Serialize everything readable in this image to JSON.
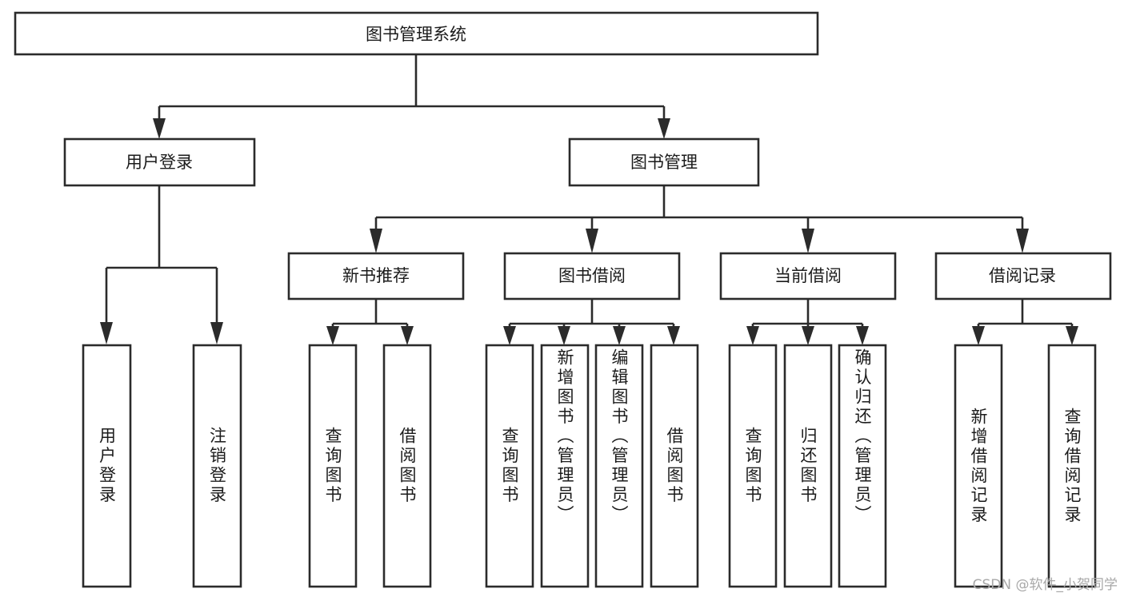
{
  "diagram": {
    "title": "图书管理系统",
    "type": "hierarchy-tree",
    "root": {
      "id": "root",
      "label": "图书管理系统",
      "orientation": "horizontal"
    },
    "level1": [
      {
        "id": "user-login",
        "label": "用户登录",
        "orientation": "horizontal"
      },
      {
        "id": "book-management",
        "label": "图书管理",
        "orientation": "horizontal"
      }
    ],
    "level2": [
      {
        "id": "new-book-recommend",
        "label": "新书推荐",
        "orientation": "horizontal",
        "parent": "book-management"
      },
      {
        "id": "book-borrow",
        "label": "图书借阅",
        "orientation": "horizontal",
        "parent": "book-management"
      },
      {
        "id": "current-borrow",
        "label": "当前借阅",
        "orientation": "horizontal",
        "parent": "book-management"
      },
      {
        "id": "borrow-record",
        "label": "借阅记录",
        "orientation": "horizontal",
        "parent": "book-management"
      }
    ],
    "leaves": [
      {
        "id": "leaf-user-login",
        "label": "用户登录",
        "orientation": "vertical",
        "parent": "user-login",
        "align": "center"
      },
      {
        "id": "leaf-logout",
        "label": "注销登录",
        "orientation": "vertical",
        "parent": "user-login",
        "align": "center"
      },
      {
        "id": "leaf-query-book-1",
        "label": "查询图书",
        "orientation": "vertical",
        "parent": "new-book-recommend",
        "align": "center"
      },
      {
        "id": "leaf-borrow-book-1",
        "label": "借阅图书",
        "orientation": "vertical",
        "parent": "new-book-recommend",
        "align": "center"
      },
      {
        "id": "leaf-query-book-2",
        "label": "查询图书",
        "orientation": "vertical",
        "parent": "book-borrow",
        "align": "center"
      },
      {
        "id": "leaf-add-book",
        "label": "新增图书（管理员）",
        "orientation": "vertical",
        "parent": "book-borrow",
        "align": "top"
      },
      {
        "id": "leaf-edit-book",
        "label": "编辑图书（管理员）",
        "orientation": "vertical",
        "parent": "book-borrow",
        "align": "top"
      },
      {
        "id": "leaf-borrow-book-2",
        "label": "借阅图书",
        "orientation": "vertical",
        "parent": "book-borrow",
        "align": "center"
      },
      {
        "id": "leaf-query-book-3",
        "label": "查询图书",
        "orientation": "vertical",
        "parent": "current-borrow",
        "align": "center"
      },
      {
        "id": "leaf-return-book",
        "label": "归还图书",
        "orientation": "vertical",
        "parent": "current-borrow",
        "align": "center"
      },
      {
        "id": "leaf-confirm-return",
        "label": "确认归还（管理员）",
        "orientation": "vertical",
        "parent": "current-borrow",
        "align": "top"
      },
      {
        "id": "leaf-add-record",
        "label": "新增借阅记录",
        "orientation": "vertical",
        "parent": "borrow-record",
        "align": "center"
      },
      {
        "id": "leaf-query-record",
        "label": "查询借阅记录",
        "orientation": "vertical",
        "parent": "borrow-record",
        "align": "center"
      }
    ]
  },
  "watermark": {
    "text": "CSDN @软件_小贺同学"
  },
  "colors": {
    "stroke": "#2b2b2b",
    "fill": "#ffffff",
    "text": "#1b1b1b",
    "watermark": "#a8a8a8"
  }
}
